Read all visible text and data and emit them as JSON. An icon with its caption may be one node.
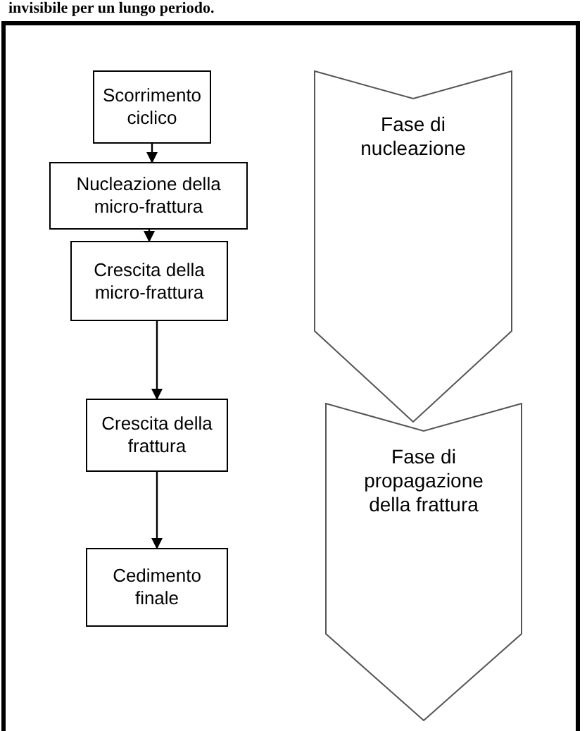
{
  "diagram": {
    "nodes": [
      {
        "text": [
          "Scorrimento ciclico"
        ]
      },
      {
        "text": [
          "Nucleazione della micro-frattura"
        ]
      },
      {
        "text": [
          "Crescita della micro-frattura"
        ]
      },
      {
        "text": [
          "Crescita della frattura"
        ]
      },
      {
        "text": [
          "Cedimento finale"
        ]
      },
      {
        "text": [
          "Fase di nucleazione"
        ]
      },
      {
        "text": [
          "Fase di propagazione della frattura"
        ]
      }
    ],
    "edges": [
      {
        "from": 0,
        "to": 1,
        "arrow": "to"
      },
      {
        "from": 1,
        "to": 2,
        "arrow": "to"
      },
      {
        "from": 2,
        "to": 3,
        "arrow": "to"
      },
      {
        "from": 3,
        "to": 4,
        "arrow": "to"
      }
    ],
    "labels": [
      "invisibile per un lungo periodo."
    ]
  }
}
